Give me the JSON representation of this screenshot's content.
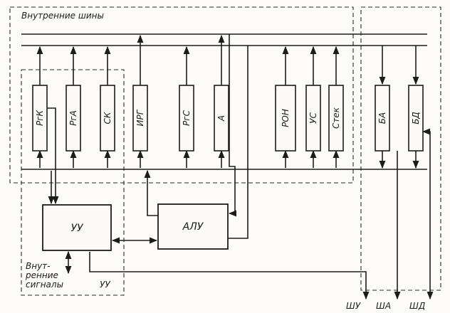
{
  "labels": {
    "internal_buses": "Внутренние шины",
    "internal_signals": [
      "Внут-",
      "ренние",
      "сигналы"
    ],
    "control_unit_group": "УУ"
  },
  "registers": [
    {
      "id": "rgk",
      "label": "РгК"
    },
    {
      "id": "rga",
      "label": "РгА"
    },
    {
      "id": "sk",
      "label": "СК"
    },
    {
      "id": "irg",
      "label": "ИРГ"
    },
    {
      "id": "rgs",
      "label": "РгС"
    },
    {
      "id": "a",
      "label": "А"
    },
    {
      "id": "ron",
      "label": "РОН"
    },
    {
      "id": "us",
      "label": "УС"
    },
    {
      "id": "stek",
      "label": "Стек"
    },
    {
      "id": "ba",
      "label": "БА"
    },
    {
      "id": "bd",
      "label": "БД"
    }
  ],
  "blocks": {
    "uu": "УУ",
    "alu": "АЛУ"
  },
  "outputs": {
    "shu": "ШУ",
    "sha": "ША",
    "shd": "ШД"
  }
}
